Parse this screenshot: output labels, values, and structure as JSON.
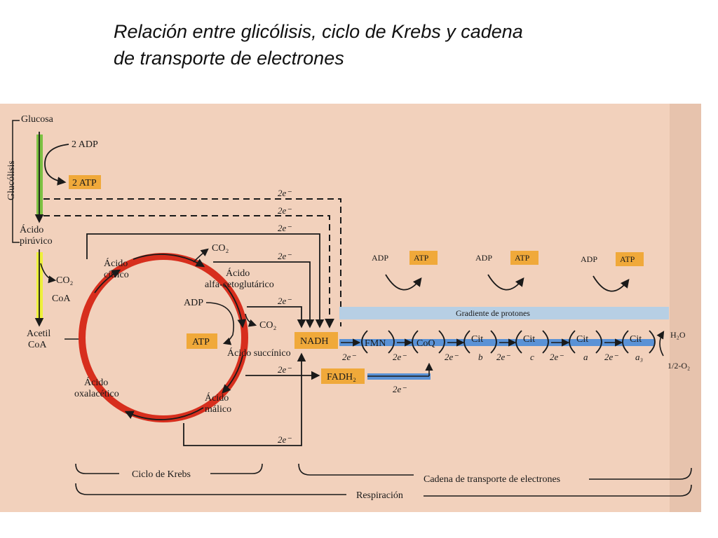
{
  "title": {
    "line1": "Relación entre glicólisis, ciclo de Krebs y cadena",
    "line2": "de transporte de electrones"
  },
  "colors": {
    "background": "#f2d1bc",
    "cycle": "#d72e1d",
    "glycolysis_bar": "#7cc142",
    "pyruvate_bar": "#eef03a",
    "chain_arrow": "#5a92d6",
    "gradient_bar": "#b7cfe4",
    "box": "#f0a93a"
  },
  "diagram": {
    "glucosa": "Glucosa",
    "glucolisis": "Glucólisis",
    "adp_2": "2 ADP",
    "atp_2": "2 ATP",
    "acido_piruvico_1": "Ácido",
    "acido_piruvico_2": "pirúvico",
    "co2_left": "CO₂",
    "coa": "CoA",
    "acetil_1": "Acetil",
    "acetil_2": "CoA",
    "citrico_1": "Ácido",
    "citrico_2": "cítrico",
    "co2_top": "CO₂",
    "alfa_1": "Ácido",
    "alfa_2": "alfa-cetoglutárico",
    "adp_krebs": "ADP",
    "co2_right": "CO₂",
    "atp_krebs": "ATP",
    "succinico": "Ácido succínico",
    "oxalacetico_1": "Ácido",
    "oxalacetico_2": "oxalacético",
    "malico_1": "Ácido",
    "malico_2": "málico",
    "electron": "2e⁻",
    "nadh": "NADH",
    "fadh2": "FADH₂",
    "gradiente": "Gradiente de protones",
    "adp": "ADP",
    "atp": "ATP",
    "fmn": "FMN",
    "coq": "CoQ",
    "cit": "Cit",
    "cit_b": "b",
    "cit_c": "c",
    "cit_a": "a",
    "cit_a3": "a₃",
    "h2o": "H₂O",
    "o2": "1/2-O₂",
    "ciclo_krebs": "Ciclo de Krebs",
    "cadena": "Cadena de transporte de electrones",
    "respiracion": "Respiración"
  }
}
